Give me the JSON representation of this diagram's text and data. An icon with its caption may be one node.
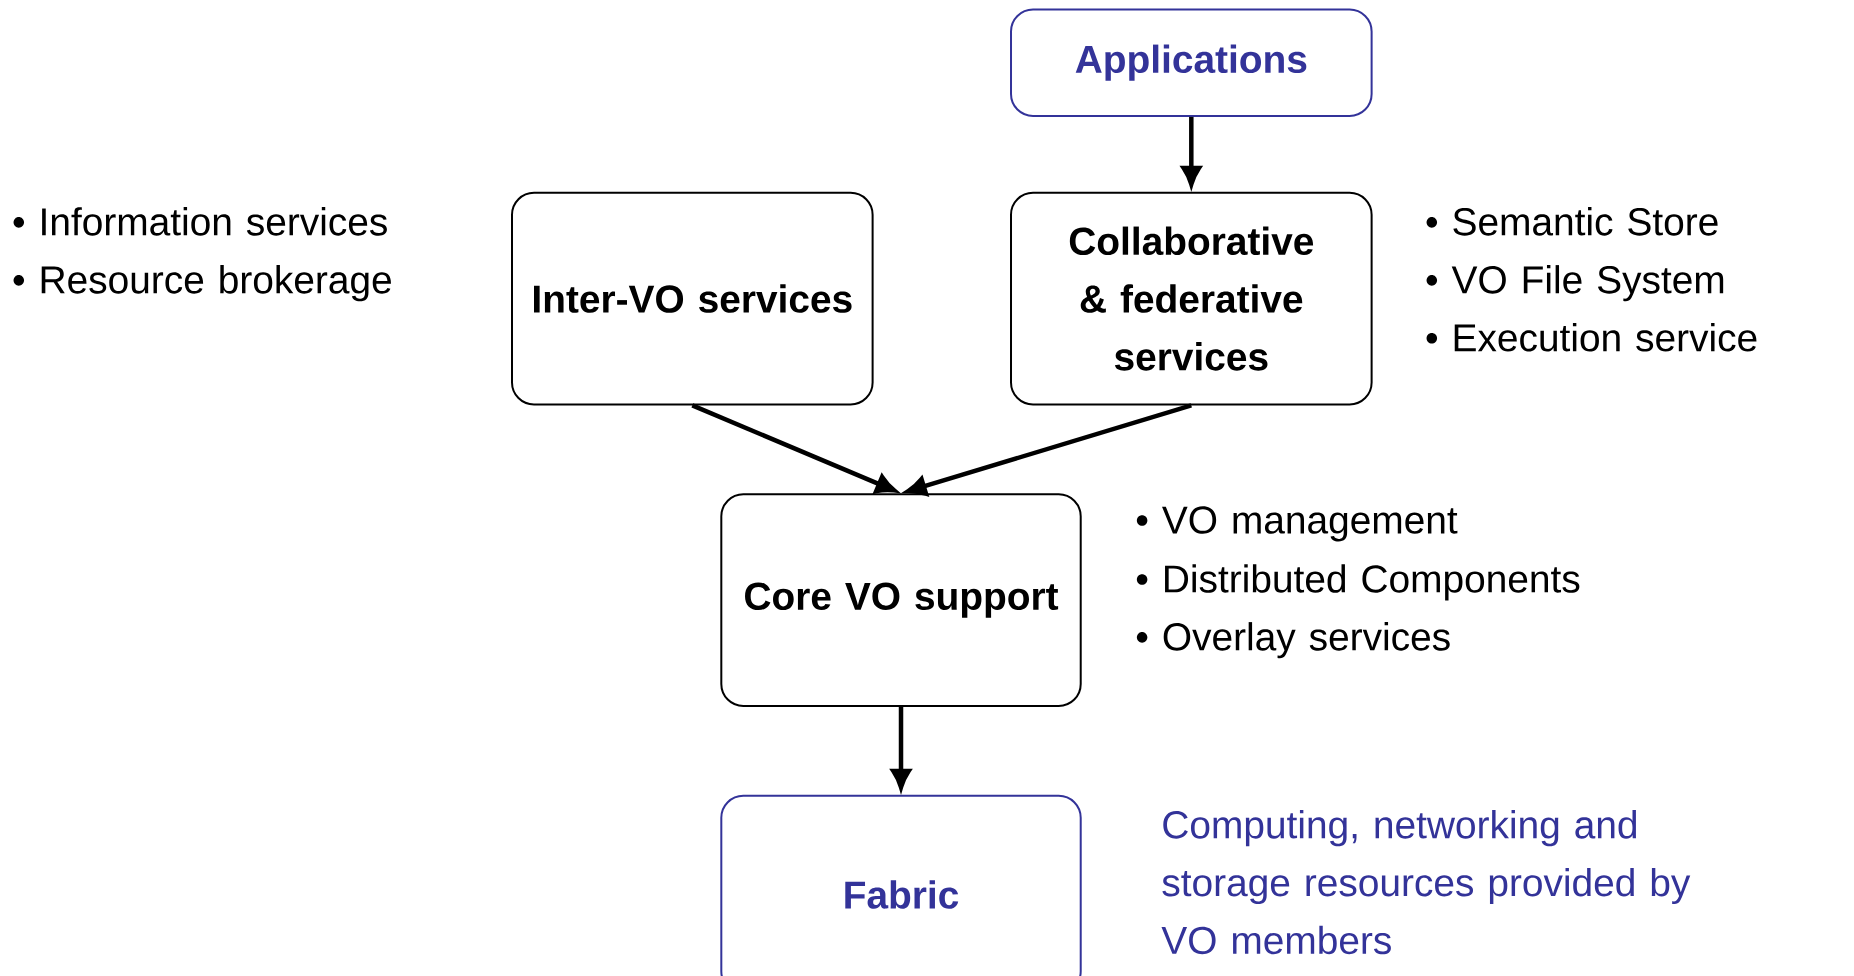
{
  "diagram": {
    "nodes": [
      {
        "text": [
          "Applications"
        ]
      },
      {
        "text": [
          "Inter-VO services"
        ],
        "beside": [
          "• Information services",
          "• Resource brokerage"
        ]
      },
      {
        "text": [
          "Collaborative & federative services"
        ],
        "beside": [
          "• Semantic Store",
          "• VO File System",
          "• Execution service"
        ]
      },
      {
        "text": [
          "Core VO support"
        ],
        "beside": [
          "• VO management",
          "• Distributed Components",
          "• Overlay services"
        ]
      },
      {
        "text": [
          "Fabric"
        ],
        "beside": [
          "Computing, networking and storage resources provided by VO members"
        ]
      }
    ],
    "edges": [
      {
        "from": 0,
        "to": 2,
        "arrow": "to"
      },
      {
        "from": 1,
        "to": 3,
        "arrow": "to"
      },
      {
        "from": 2,
        "to": 3,
        "arrow": "to"
      },
      {
        "from": 3,
        "to": 4,
        "arrow": "to"
      }
    ]
  }
}
